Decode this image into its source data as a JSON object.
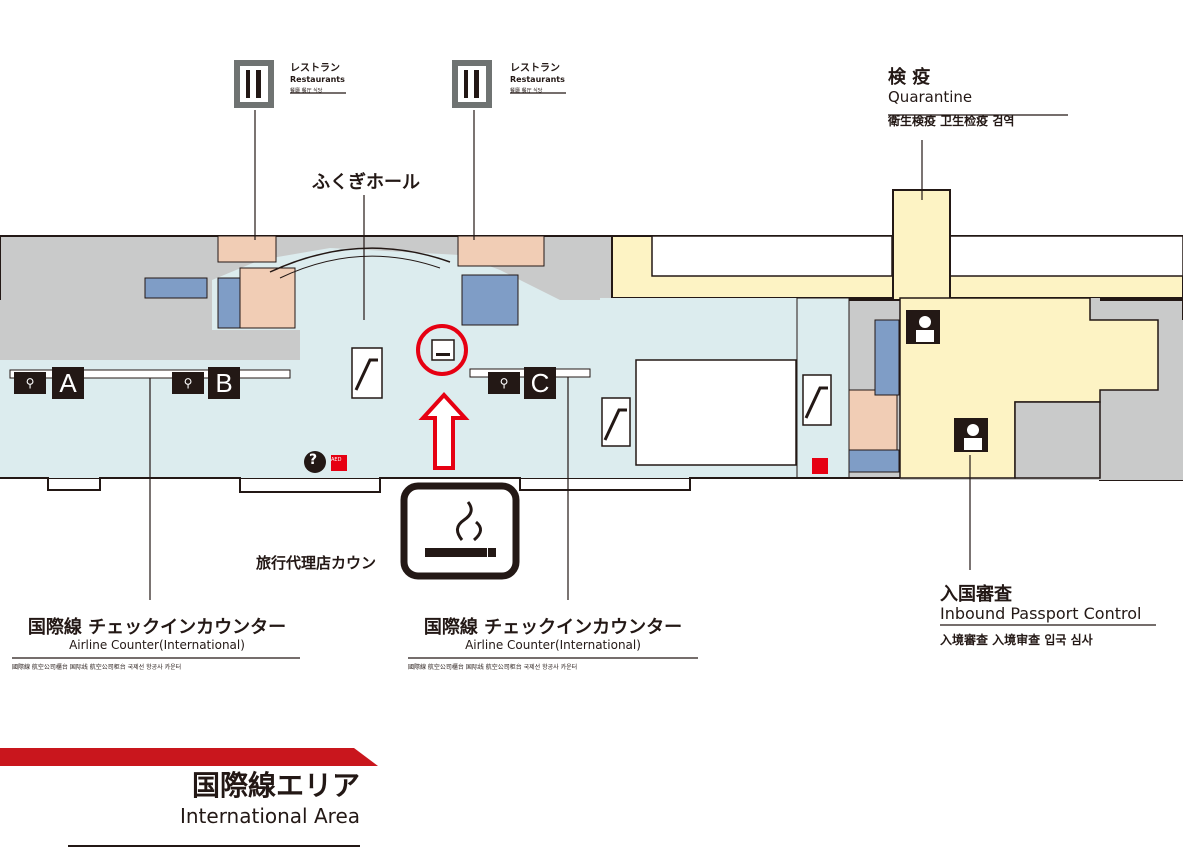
{
  "restaurants_sign_left": {
    "jp": "レストラン",
    "en": "Restaurants",
    "multi": "餐廳 餐厅 식당"
  },
  "restaurants_sign_right": {
    "jp": "レストラン",
    "en": "Restaurants",
    "multi": "餐廳 餐厅 식당"
  },
  "fukugi_hall": "ふくぎホール",
  "quarantine": {
    "jp": "検 疫",
    "en": "Quarantine",
    "multi": "衛生検疫  卫生检疫  검역"
  },
  "counter_letters": [
    "A",
    "B",
    "C"
  ],
  "help_mark": "?",
  "aed_label": "AED",
  "travel_agency_counter": "旅行代理店カウン",
  "checkin_left": {
    "jp": "国際線 チェックインカウンター",
    "en": "Airline Counter(International)",
    "multi": "國際線 航空公司櫃台  国际线 航空公司柜台  국제선 항공사 카운터"
  },
  "checkin_right": {
    "jp": "国際線 チェックインカウンター",
    "en": "Airline Counter(International)",
    "multi": "國際線 航空公司櫃台  国际线 航空公司柜台  국제선 항공사 카운터"
  },
  "inbound": {
    "jp": "入国審査",
    "en": "Inbound Passport Control",
    "multi": "入境審查  入境审查  입국 심사"
  },
  "area_title": {
    "jp": "国際線エリア",
    "en": "International Area"
  },
  "colors": {
    "corridor": "#dcecee",
    "wall_gray": "#c9caca",
    "restaurant": "#f1cdb5",
    "restroom": "#7f9dc6",
    "quarantine_zone": "#fdf3c4",
    "highlight_red": "#e60012",
    "banner_red": "#c9161d"
  },
  "icons": [
    "restaurant-icon",
    "restroom-icon",
    "accessible-toilet-icon",
    "elevator-icon",
    "escalator-icon",
    "smoking-area-icon",
    "checkin-counter-icon",
    "information-icon",
    "aed-icon",
    "quarantine-officer-icon",
    "passport-control-officer-icon",
    "up-arrow-icon"
  ]
}
